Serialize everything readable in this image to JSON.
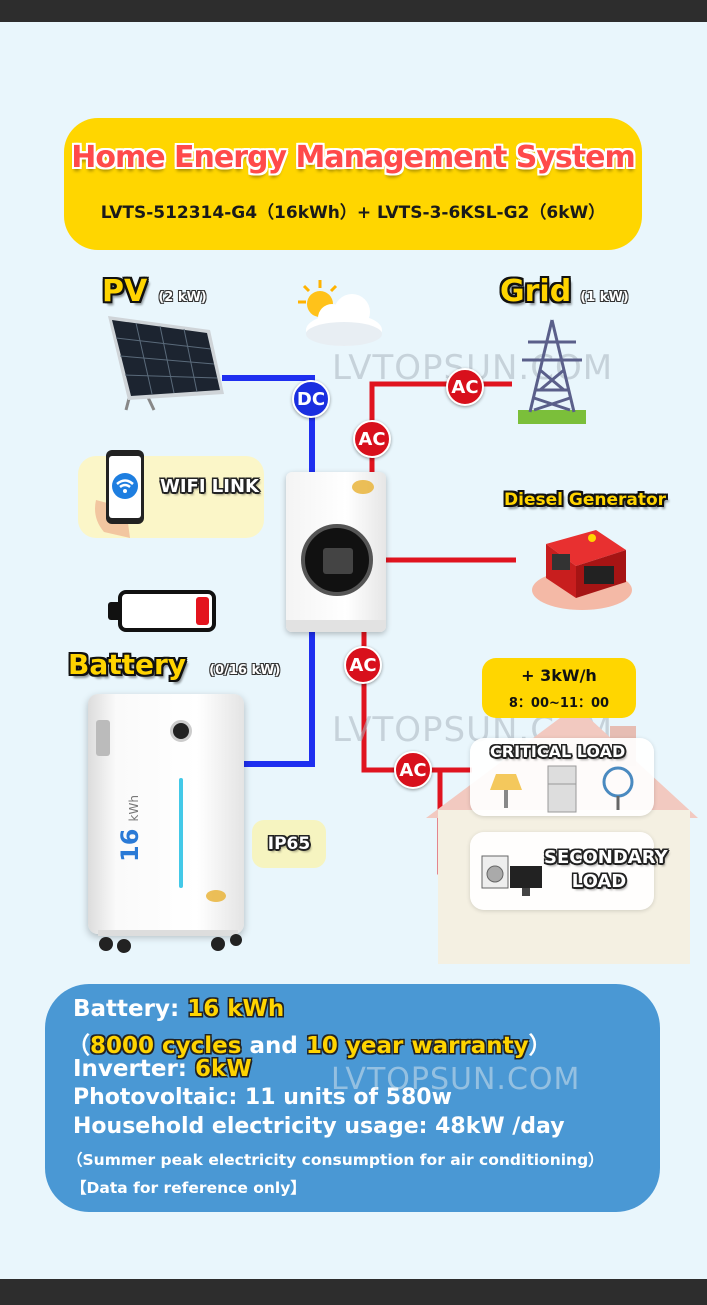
{
  "title": {
    "main": "Home Energy Management System",
    "sub": "LVTS-512314-G4（16kWh）+ LVTS-3-6KSL-G2（6kW）"
  },
  "watermark": "LVTOPSUN.COM",
  "pv": {
    "label": "PV",
    "note": "(2 kW)"
  },
  "grid": {
    "label": "Grid",
    "note": "(1 kW)"
  },
  "wifi": {
    "label": "WIFI LINK"
  },
  "diesel": {
    "label": "Diesel Generator"
  },
  "battery": {
    "label": "Battery",
    "note": "(0/16 kW)",
    "capacity_mark": "16",
    "unit_mark": "kWh",
    "charge_fraction": 0.15
  },
  "ip_badge": "IP65",
  "schedule": {
    "power": "+ 3kW/h",
    "time": "8：00~11：00"
  },
  "critical_load": {
    "label": "CRITICAL  LOAD"
  },
  "secondary_load": {
    "line1": "SECONDARY",
    "line2": "LOAD"
  },
  "nodes": {
    "dc": "DC",
    "ac": "AC"
  },
  "info": {
    "battery_label": "Battery: ",
    "battery_value": "16 kWh",
    "paren_open": "（",
    "cycles": "8000 cycles",
    "and": " and ",
    "warranty": "10 year warranty",
    "paren_close": "）",
    "inverter_label": "Inverter: ",
    "inverter_value": "6kW",
    "pv_line": "Photovoltaic:  11 units of 580w",
    "usage_line": "Household electricity usage:  48kW /day",
    "note_line": "（Summer peak electricity consumption for air conditioning）",
    "ref_line": "【Data for reference only】"
  },
  "colors": {
    "banner": "#ffd600",
    "ac_line": "#e0141f",
    "dc_line": "#1e2ff0",
    "info_bg": "#4a98d4",
    "highlight": "#ffd400"
  }
}
